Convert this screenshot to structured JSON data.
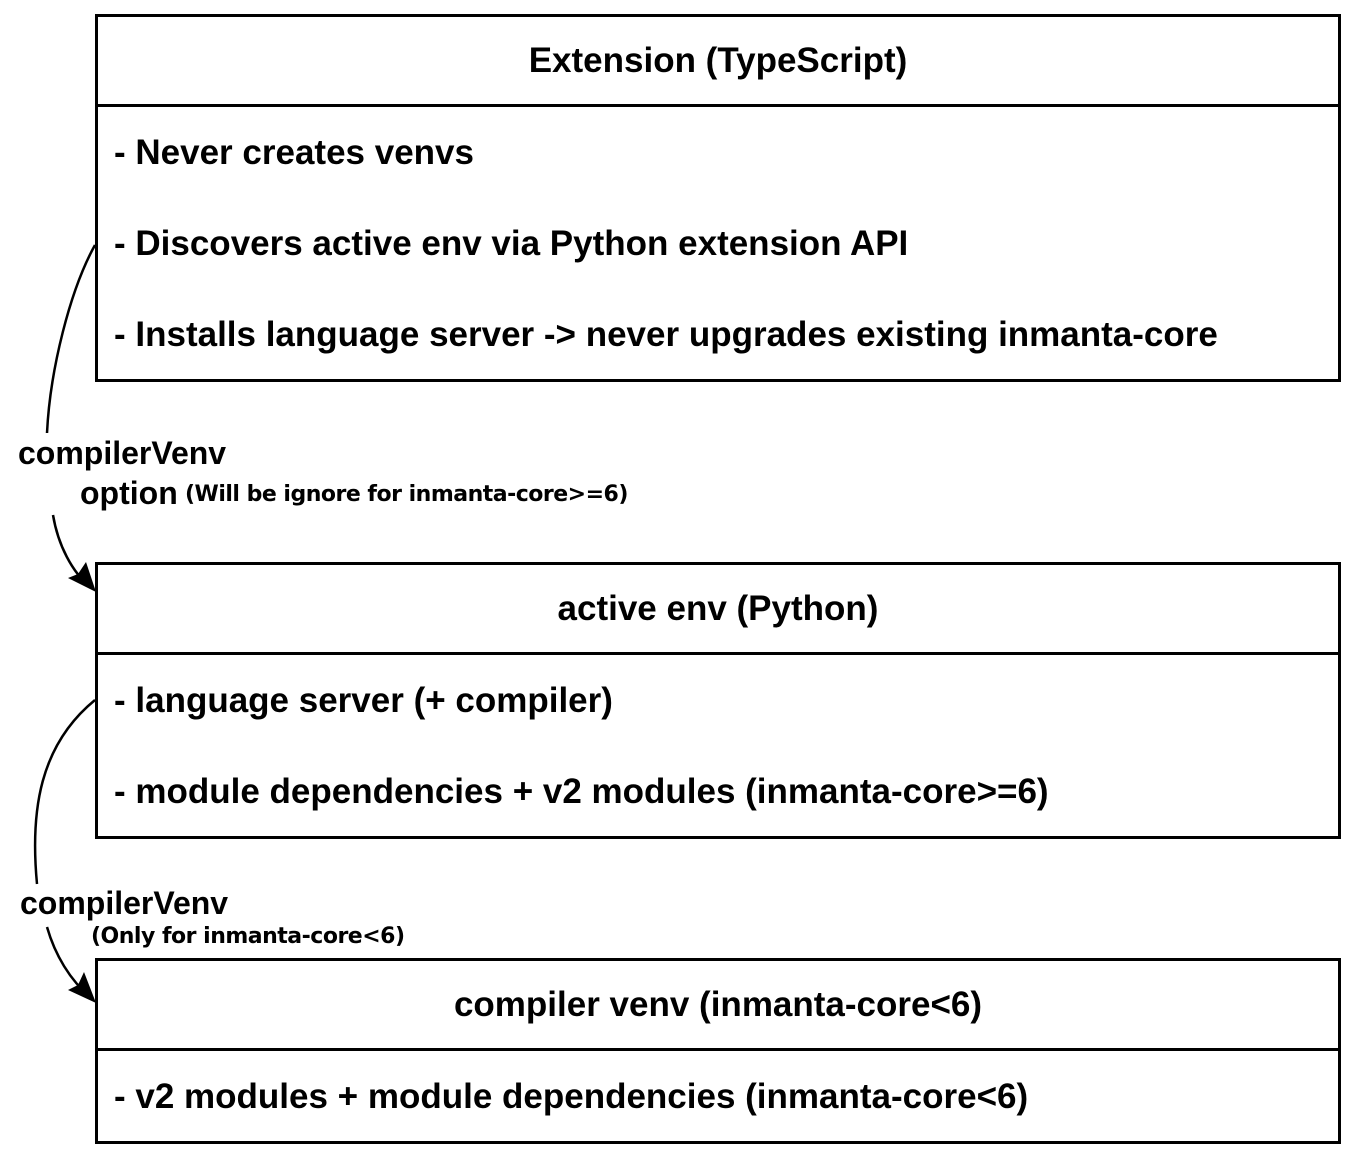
{
  "boxes": [
    {
      "id": "extension",
      "title": "Extension (TypeScript)",
      "lines": [
        "- Never creates venvs",
        "- Discovers active env via Python extension API",
        "- Installs language server -> never upgrades existing inmanta-core"
      ]
    },
    {
      "id": "active",
      "title": "active env (Python)",
      "lines": [
        "- language server (+ compiler)",
        "- module dependencies + v2 modules (inmanta-core>=6)"
      ]
    },
    {
      "id": "compiler",
      "title": "compiler venv (inmanta-core<6)",
      "lines": [
        "- v2 modules + module dependencies (inmanta-core<6)"
      ]
    }
  ],
  "edges": [
    {
      "from": "extension",
      "to": "active",
      "label_line1": "compilerVenv",
      "label_line2": "option",
      "note": "(Will be ignore for inmanta-core>=6)"
    },
    {
      "from": "active",
      "to": "compiler",
      "label_line1": "compilerVenv",
      "note": "(Only for inmanta-core<6)"
    }
  ]
}
